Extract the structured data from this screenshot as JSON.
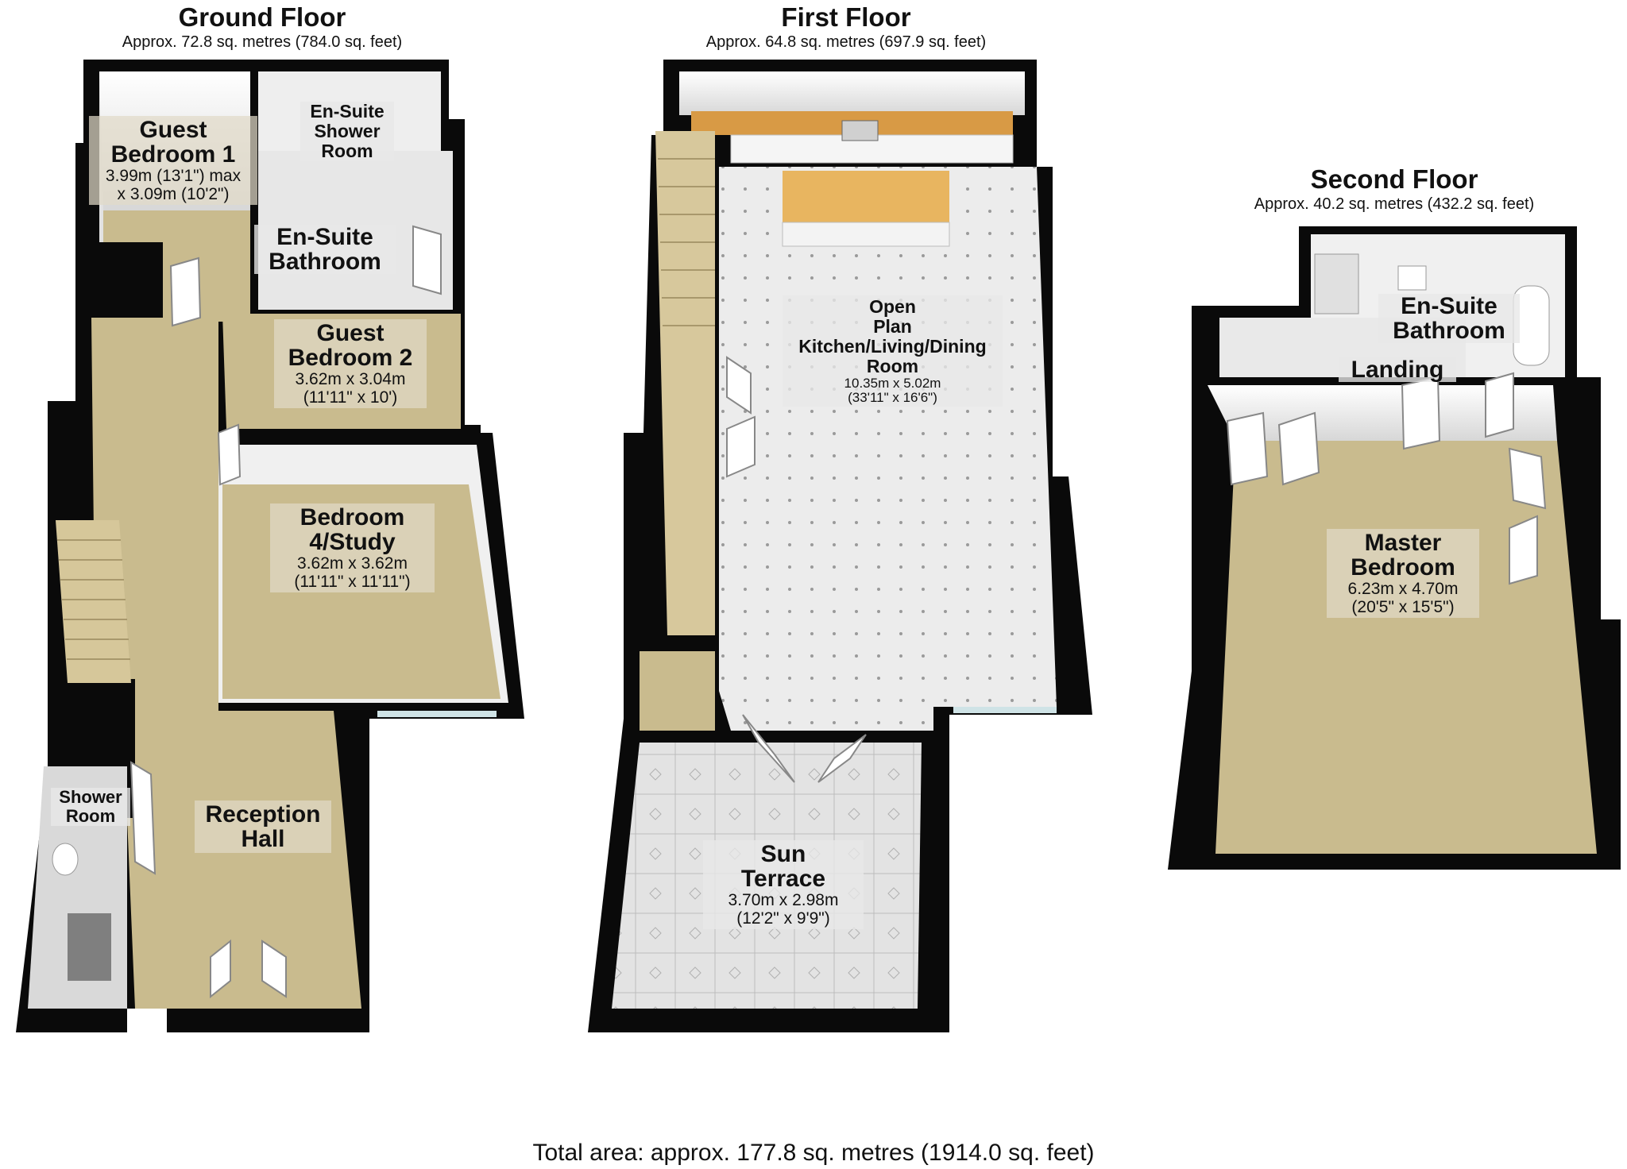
{
  "floors": {
    "ground": {
      "title": "Ground Floor",
      "area": "Approx. 72.8 sq. metres (784.0 sq. feet)"
    },
    "first": {
      "title": "First Floor",
      "area": "Approx. 64.8 sq. metres (697.9 sq. feet)"
    },
    "second": {
      "title": "Second Floor",
      "area": "Approx. 40.2 sq. metres (432.2 sq. feet)"
    }
  },
  "rooms": {
    "guest_bedroom_1": {
      "name_1": "Guest",
      "name_2": "Bedroom 1",
      "dim_1": "3.99m (13'1\") max",
      "dim_2": "x 3.09m (10'2\")"
    },
    "ensuite_shower_room": {
      "name_1": "En-Suite",
      "name_2": "Shower",
      "name_3": "Room"
    },
    "ensuite_bathroom_ground": {
      "name_1": "En-Suite",
      "name_2": "Bathroom"
    },
    "guest_bedroom_2": {
      "name_1": "Guest",
      "name_2": "Bedroom 2",
      "dim_1": "3.62m x 3.04m",
      "dim_2": "(11'11\" x 10')"
    },
    "bedroom_4_study": {
      "name_1": "Bedroom",
      "name_2": "4/Study",
      "dim_1": "3.62m x 3.62m",
      "dim_2": "(11'11\" x 11'11\")"
    },
    "shower_room": {
      "name_1": "Shower",
      "name_2": "Room"
    },
    "reception_hall": {
      "name_1": "Reception",
      "name_2": "Hall"
    },
    "open_plan": {
      "name_1": "Open",
      "name_2": "Plan",
      "name_3": "Kitchen/Living/Dining",
      "name_4": "Room",
      "dim_1": "10.35m x 5.02m",
      "dim_2": "(33'11\" x 16'6\")"
    },
    "sun_terrace": {
      "name_1": "Sun",
      "name_2": "Terrace",
      "dim_1": "3.70m x 2.98m",
      "dim_2": "(12'2\" x 9'9\")"
    },
    "ensuite_bathroom_second": {
      "name_1": "En-Suite",
      "name_2": "Bathroom"
    },
    "landing": {
      "name": "Landing"
    },
    "master_bedroom": {
      "name_1": "Master",
      "name_2": "Bedroom",
      "dim_1": "6.23m x 4.70m",
      "dim_2": "(20'5\" x 15'5\")"
    }
  },
  "total_area": "Total area: approx. 177.8 sq. metres (1914.0 sq. feet)",
  "colors": {
    "wall": "#0a0a0a",
    "carpet": "#c9bb8e",
    "tile_floor": "#e9e9e9",
    "wall_inner": "#f2f2f2",
    "worktop": "#d89a45",
    "glass": "#cfe3e6"
  }
}
